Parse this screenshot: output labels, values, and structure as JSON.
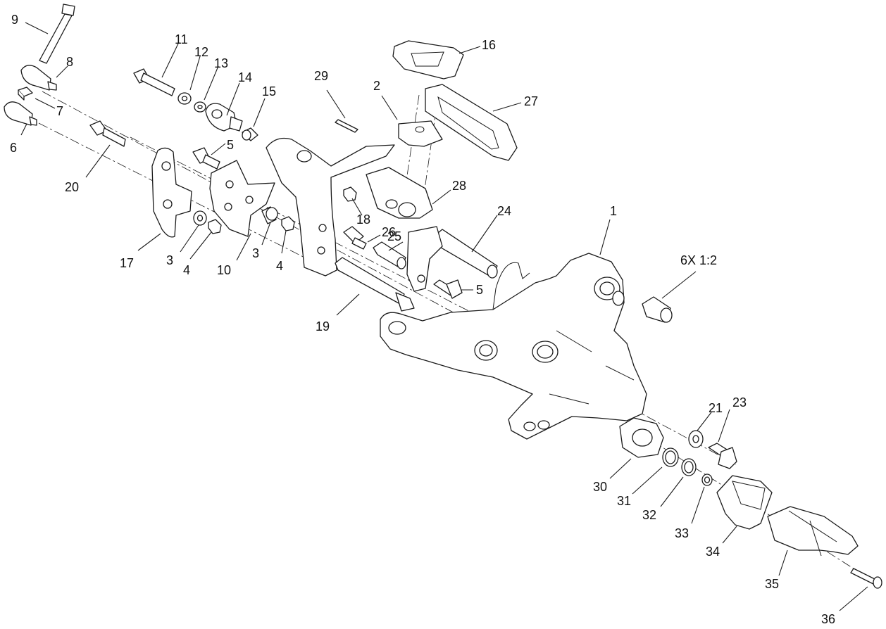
{
  "callouts": {
    "c1": "1",
    "c2": "2",
    "c3a": "3",
    "c3b": "3",
    "c4a": "4",
    "c4b": "4",
    "c5a": "5",
    "c5b": "5",
    "c6": "6",
    "c7": "7",
    "c8": "8",
    "c9": "9",
    "c10": "10",
    "c11": "11",
    "c12": "12",
    "c13": "13",
    "c14": "14",
    "c15": "15",
    "c16": "16",
    "c17": "17",
    "c18": "18",
    "c19": "19",
    "c20": "20",
    "c21": "21",
    "c23": "23",
    "c24": "24",
    "c25": "25",
    "c26": "26",
    "c27": "27",
    "c28": "28",
    "c29": "29",
    "c30": "30",
    "c31": "31",
    "c32": "32",
    "c33": "33",
    "c34": "34",
    "c35": "35",
    "c36": "36",
    "c6x": "6X 1:2"
  }
}
